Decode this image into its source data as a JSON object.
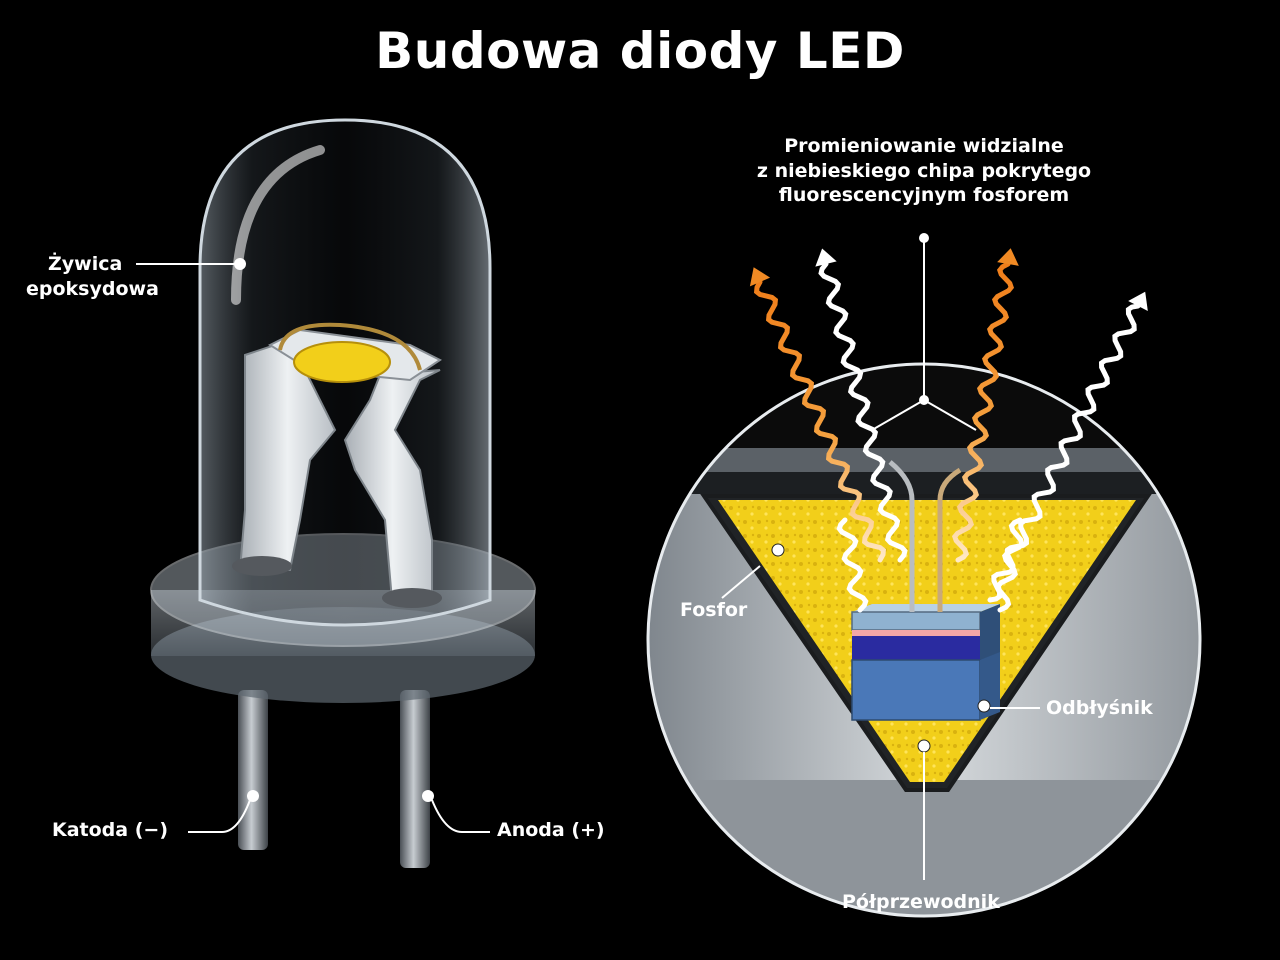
{
  "title": "Budowa diody LED",
  "labels": {
    "epoxy_line1": "Żywica",
    "epoxy_line2": "epoksydowa",
    "cathode": "Katoda (−)",
    "anode": "Anoda (+)",
    "radiation_line1": "Promieniowanie widzialne",
    "radiation_line2": "z niebieskiego chipa pokrytego",
    "radiation_line3": "fluorescencyjnym fosforem",
    "phosphor": "Fosfor",
    "reflector": "Odbłyśnik",
    "semiconductor": "Półprzewodnik"
  },
  "colors": {
    "background": "#000000",
    "phosphor_yellow": "#f2cf1a",
    "chip_blue": "#4a78b8",
    "chip_dark_blue": "#2a2ba0",
    "orange_ray": "#f08a24",
    "white_ray": "#ffffff",
    "metal": "#c9cdd1"
  }
}
